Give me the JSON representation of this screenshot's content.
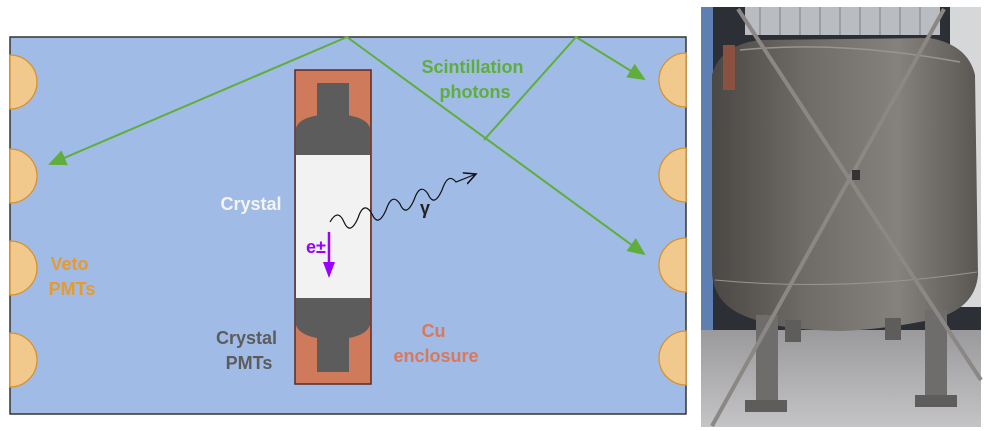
{
  "diagram": {
    "labels": {
      "scintillation_line1": "Scintillation",
      "scintillation_line2": "photons",
      "crystal": "Crystal",
      "veto_line1": "Veto",
      "veto_line2": "PMTs",
      "crystal_pmts_line1": "Crystal",
      "crystal_pmts_line2": "PMTs",
      "cu_line1": "Cu",
      "cu_line2": "enclosure",
      "gamma": "γ",
      "electron": "e±"
    },
    "colors": {
      "background": "#a0bbe6",
      "photon": "#5fae3c",
      "copper": "#d07a5c",
      "pmt": "#5c5c5c",
      "crystal": "#f2f2f2",
      "veto_pmt": "#f2c98c",
      "veto_label": "#e89a2c",
      "electron": "#9b00ff",
      "cu_label": "#d9785a"
    }
  },
  "photo": {
    "subject": "stainless-steel-vessel"
  }
}
